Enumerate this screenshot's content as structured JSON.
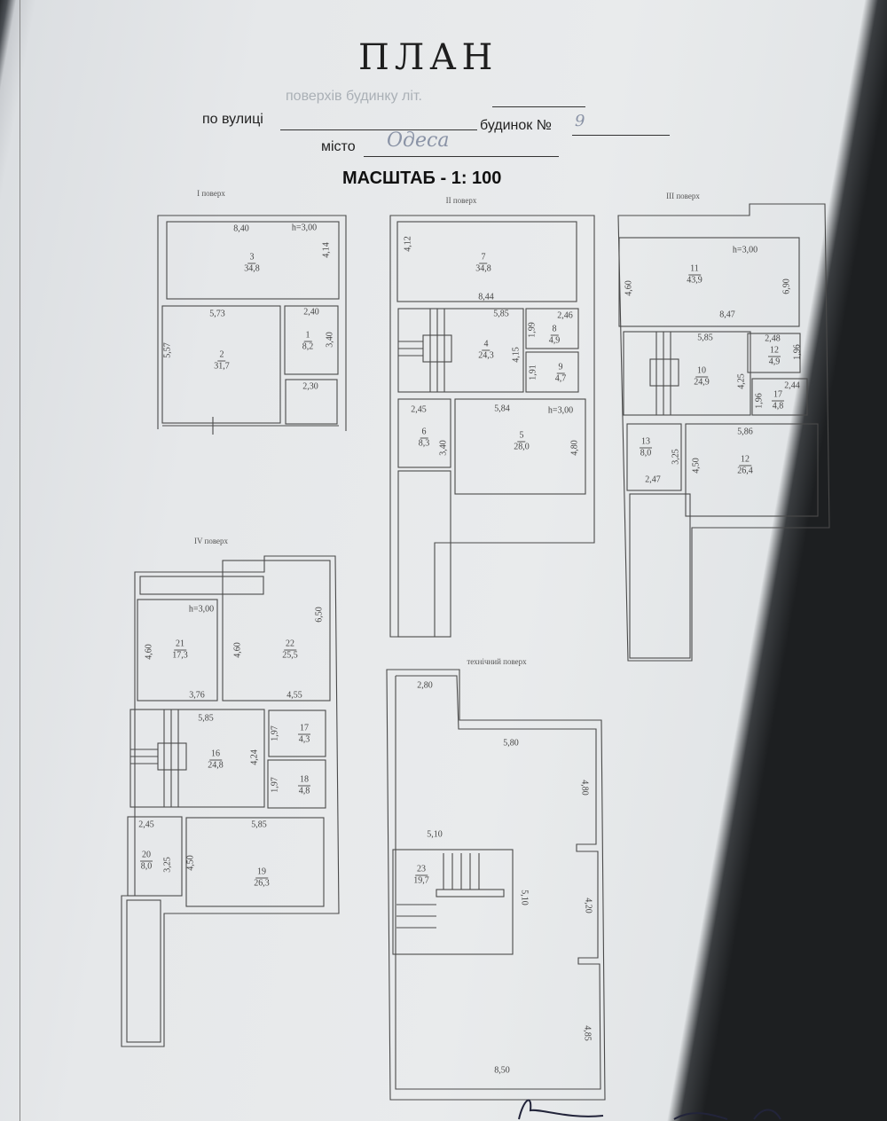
{
  "title": "ПЛАН",
  "header": {
    "line1": "поверхів будинку літ.",
    "street_label": "по вулиці",
    "house_label": "будинок №",
    "house_value": "9",
    "city_label": "місто",
    "city_value": "Одеса",
    "scale": "МАСШТАБ - 1: 100"
  },
  "floors": [
    {
      "title": "I поверх",
      "height": "h=3,00",
      "rooms": [
        {
          "num": "3",
          "area": "34,8"
        },
        {
          "num": "2",
          "area": "31,7"
        },
        {
          "num": "1",
          "area": "8,2"
        }
      ],
      "dims": [
        "8,40",
        "4,14",
        "5,73",
        "2,40",
        "5,57",
        "3,40",
        "2,30"
      ]
    },
    {
      "title": "II поверх",
      "height": "h=3,00",
      "rooms": [
        {
          "num": "7",
          "area": "34,8"
        },
        {
          "num": "4",
          "area": "24,3"
        },
        {
          "num": "8",
          "area": "4,9"
        },
        {
          "num": "9",
          "area": "4,7"
        },
        {
          "num": "6",
          "area": "8,3"
        },
        {
          "num": "5",
          "area": "28,0"
        }
      ],
      "dims": [
        "4,12",
        "8,44",
        "5,85",
        "4,15",
        "1,99",
        "2,46",
        "1,91",
        "2,45",
        "5,84",
        "3,40",
        "4,80"
      ]
    },
    {
      "title": "III поверх",
      "height": "h=3,00",
      "rooms": [
        {
          "num": "11",
          "area": "43,9"
        },
        {
          "num": "10",
          "area": "24,9"
        },
        {
          "num": "12",
          "area": "4,9"
        },
        {
          "num": "17",
          "area": "4,8"
        },
        {
          "num": "13",
          "area": "8,0"
        },
        {
          "num": "12",
          "area": "26,4"
        }
      ],
      "dims": [
        "4,60",
        "6,90",
        "8,47",
        "5,85",
        "4,25",
        "2,48",
        "1,96",
        "2,44",
        "1,96",
        "5,86",
        "3,25",
        "4,50",
        "2,47"
      ]
    },
    {
      "title": "IV поверх",
      "height": "h=3,00",
      "rooms": [
        {
          "num": "21",
          "area": "17,3"
        },
        {
          "num": "22",
          "area": "25,5"
        },
        {
          "num": "16",
          "area": "24,8"
        },
        {
          "num": "17",
          "area": "4,3"
        },
        {
          "num": "18",
          "area": "4,8"
        },
        {
          "num": "20",
          "area": "8,0"
        },
        {
          "num": "19",
          "area": "26,3"
        }
      ],
      "dims": [
        "4,60",
        "4,60",
        "6,50",
        "3,76",
        "4,55",
        "5,85",
        "1,97",
        "4,24",
        "1,97",
        "2,45",
        "5,85",
        "3,25",
        "4,50"
      ]
    },
    {
      "title": "технічний поверх",
      "rooms": [
        {
          "num": "23",
          "area": "19,7"
        }
      ],
      "dims": [
        "2,80",
        "5,80",
        "4,80",
        "5,10",
        "5,10",
        "4,20",
        "4,85",
        "8,50"
      ]
    }
  ]
}
